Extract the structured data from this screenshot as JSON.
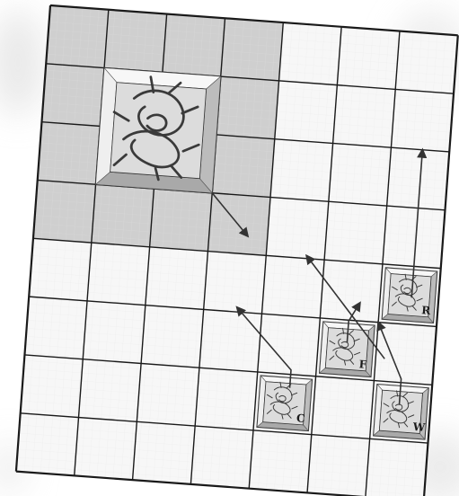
{
  "board": {
    "columns": 7,
    "rows": 8,
    "shaded_color": "#cfcfcf",
    "light_color": "#f7f7f7",
    "line_color": "#1a1a1a"
  },
  "monster": {
    "icon": "tarrasque-monster-icon",
    "size": 2
  },
  "tokens": [
    {
      "letter": "C",
      "icon": "cleric-hero-icon"
    },
    {
      "letter": "F",
      "icon": "fighter-hero-icon"
    },
    {
      "letter": "R",
      "icon": "rogue-hero-icon"
    },
    {
      "letter": "W",
      "icon": "wizard-hero-icon"
    }
  ],
  "arrows": [
    {
      "name": "monster-move-arrow"
    },
    {
      "name": "cleric-move-arrow"
    },
    {
      "name": "fighter-move-arrow-long"
    },
    {
      "name": "fighter-move-arrow-short"
    },
    {
      "name": "wizard-move-arrow"
    },
    {
      "name": "rogue-move-arrow"
    }
  ]
}
